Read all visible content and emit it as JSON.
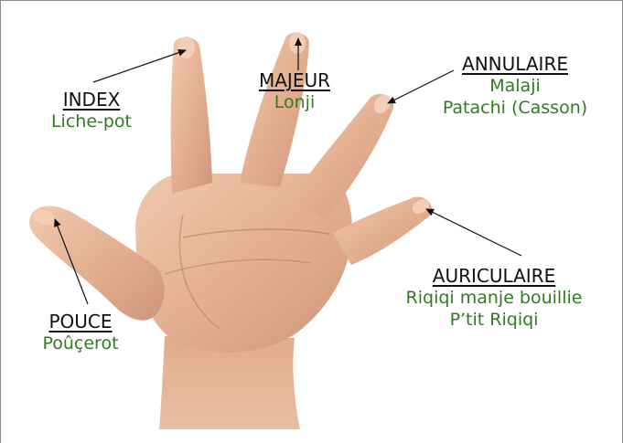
{
  "fingers": {
    "index": {
      "name": "INDEX",
      "nicknames": [
        "Liche-pot"
      ]
    },
    "majeur": {
      "name": "MAJEUR",
      "nicknames": [
        "Lonji"
      ]
    },
    "annulaire": {
      "name": "ANNULAIRE",
      "nicknames": [
        "Malaji",
        "Patachi (Casson)"
      ]
    },
    "auriculaire": {
      "name": "AURICULAIRE",
      "nicknames": [
        "Riqiqi manje bouillie",
        "P’tit Riqiqi"
      ]
    },
    "pouce": {
      "name": "POUCE",
      "nicknames": [
        "Poûçerot"
      ]
    }
  },
  "colors": {
    "name_text": "#111111",
    "nickname_text": "#2e7d1e",
    "skin": "#e7b79a",
    "arrow": "#111111"
  }
}
